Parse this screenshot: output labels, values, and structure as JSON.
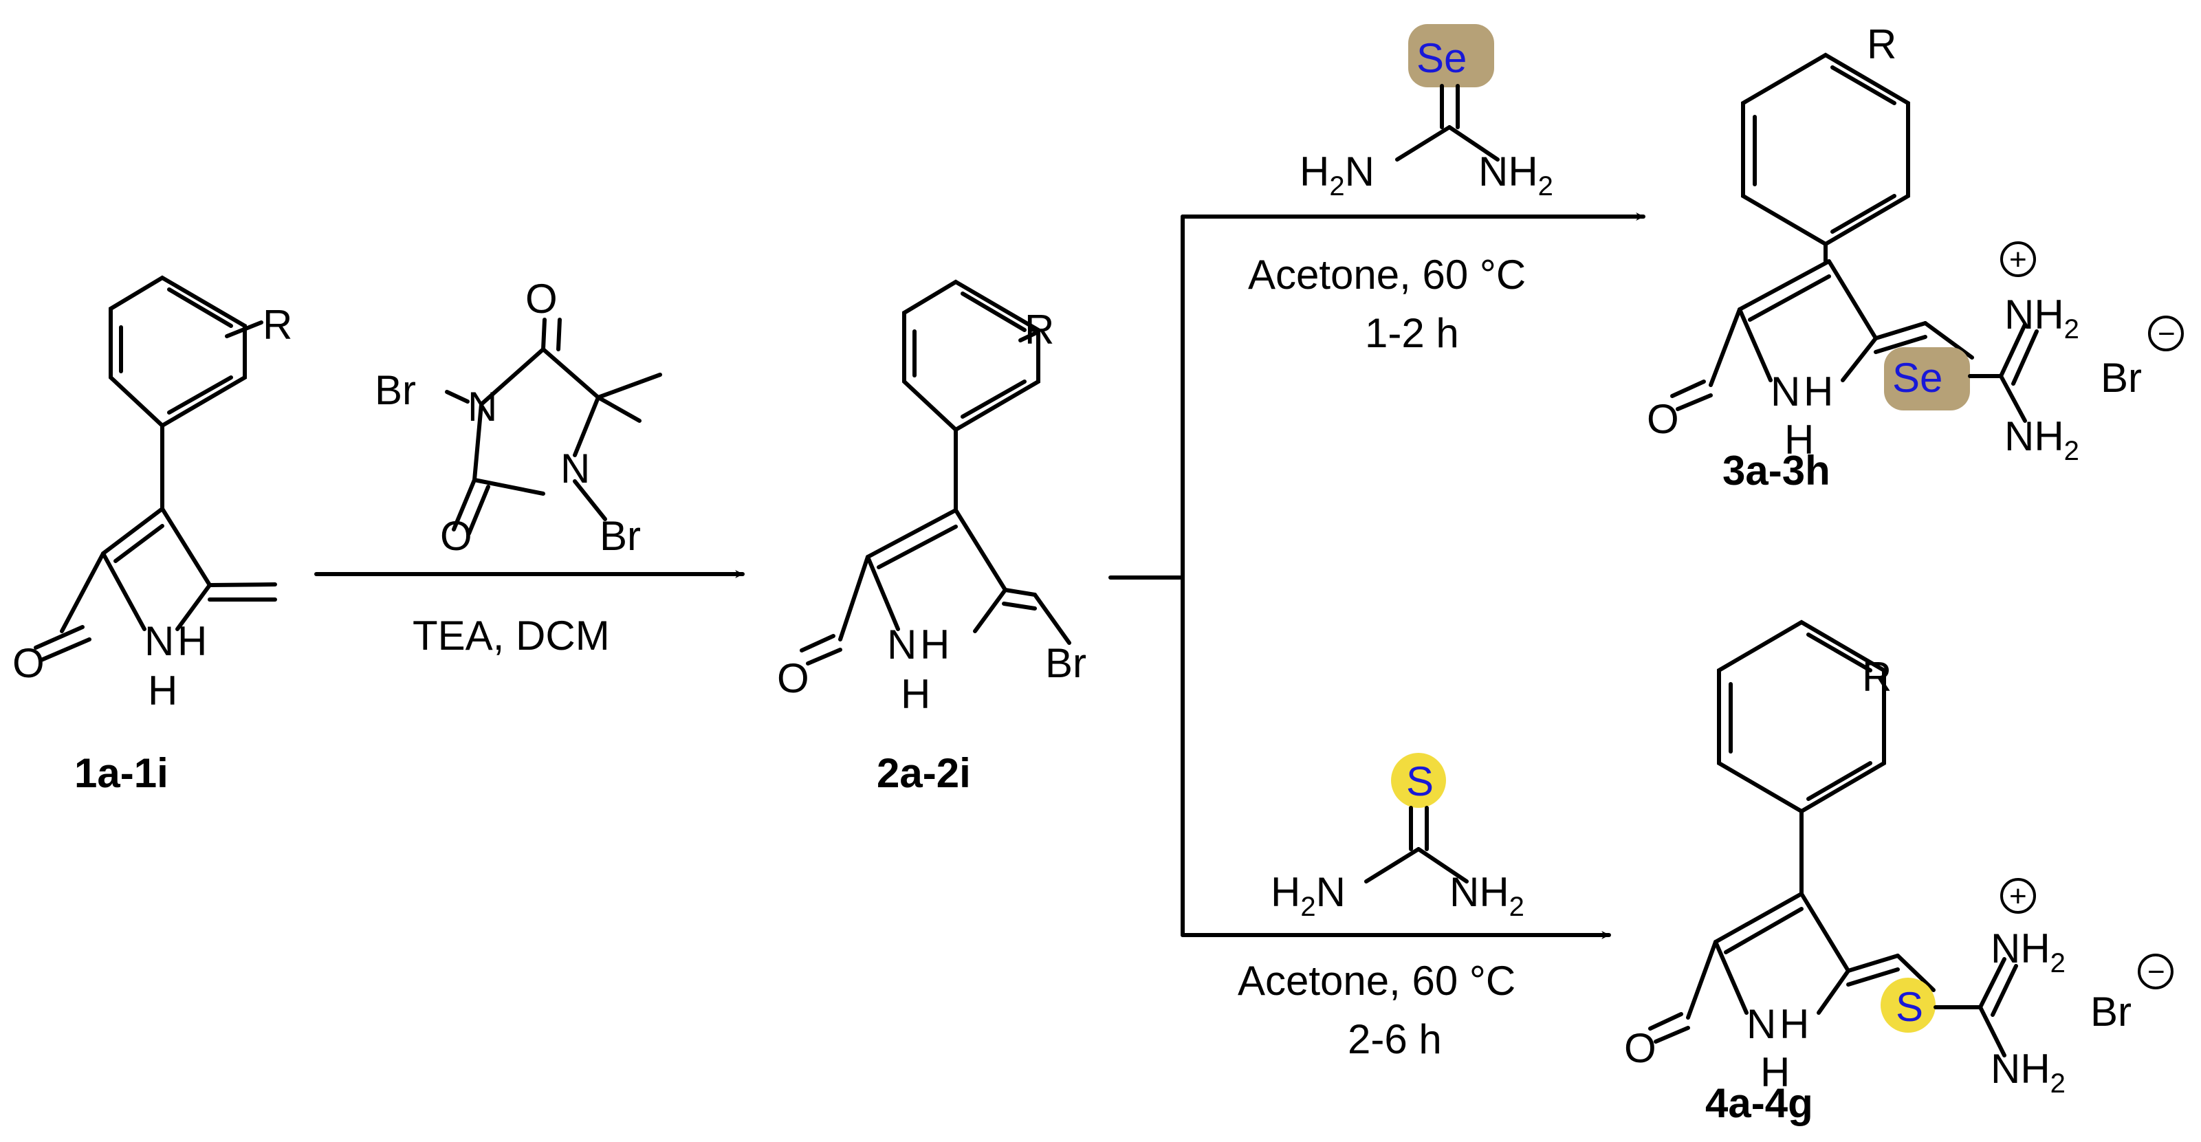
{
  "atoms": {
    "o": "O",
    "n": "N",
    "h": "H",
    "r": "R",
    "br": "Br",
    "se": "Se",
    "s": "S",
    "nh": "NH",
    "nh_sub": "2",
    "h2n_h": "H",
    "h2n_sub": "2",
    "h2n_n": "N"
  },
  "charges": {
    "plus": "+",
    "minus": "−"
  },
  "conditions": {
    "step1": "TEA, DCM",
    "se_solvent": "Acetone, 60 °C",
    "se_time": "1-2 h",
    "s_solvent": "Acetone, 60 °C",
    "s_time": "2-6 h"
  },
  "labels": {
    "c1": "1a-1i",
    "c2": "2a-2i",
    "c3": "3a-3h",
    "c4": "4a-4g"
  },
  "colors": {
    "se_highlight": "#b6a177",
    "s_highlight": "#f2dc3e",
    "hetero_text": "#1818d8"
  }
}
